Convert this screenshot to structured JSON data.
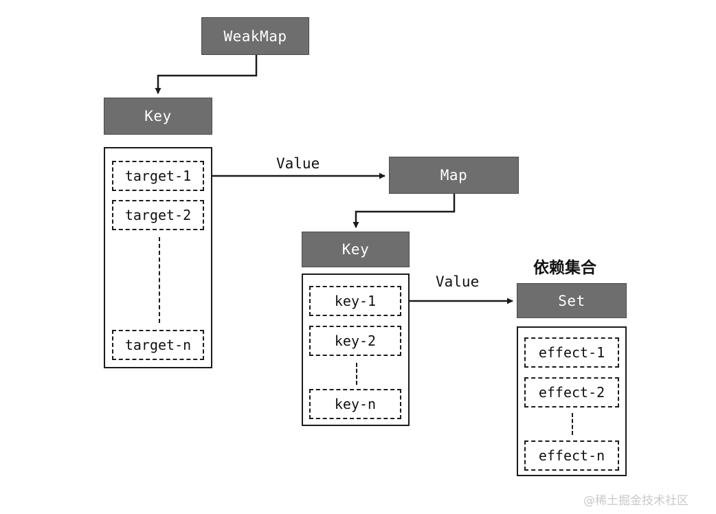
{
  "diagram": {
    "title_watermark": "@稀土掘金技术社区",
    "colors": {
      "box_fill": "#6e6e6e",
      "box_border": "#4a4a4a",
      "box_text": "#ffffff",
      "line": "#1a1a1a",
      "item_text": "#111111",
      "watermark": "#c9c9c9",
      "background": "#ffffff"
    },
    "nodes": {
      "weakmap": "WeakMap",
      "weakmap_key": "Key",
      "map": "Map",
      "map_key": "Key",
      "set": "Set",
      "set_annotation": "依赖集合"
    },
    "edges": {
      "weakmap_to_key": "",
      "target_to_map": "Value",
      "map_to_key": "",
      "key_to_set": "Value"
    },
    "lists": {
      "targets": {
        "items": [
          "target-1",
          "target-2",
          "target-n"
        ],
        "has_ellipsis": true
      },
      "keys": {
        "items": [
          "key-1",
          "key-2",
          "key-n"
        ],
        "has_ellipsis": true
      },
      "effects": {
        "items": [
          "effect-1",
          "effect-2",
          "effect-n"
        ],
        "has_ellipsis": true
      }
    }
  }
}
